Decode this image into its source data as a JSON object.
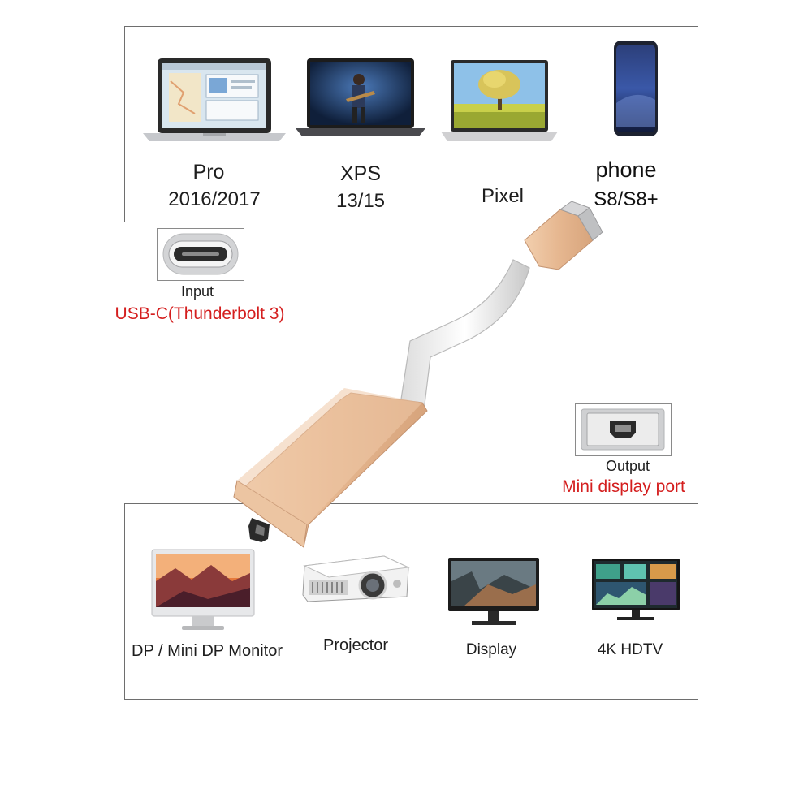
{
  "input_devices": [
    {
      "line1": "Pro",
      "line2": "2016/2017"
    },
    {
      "line1": "XPS",
      "line2": "13/15"
    },
    {
      "line1": "Pixel",
      "line2": ""
    },
    {
      "line1": "phone",
      "line2": "S8/S8+"
    }
  ],
  "input_port": {
    "caption": "Input",
    "name": "USB-C(Thunderbolt 3)"
  },
  "output_port": {
    "caption": "Output",
    "name": "Mini display port"
  },
  "output_devices": [
    {
      "label": "DP / Mini DP Monitor"
    },
    {
      "label": "Projector"
    },
    {
      "label": "Display"
    },
    {
      "label": "4K HDTV"
    }
  ],
  "colors": {
    "accent_red": "#d41e1e",
    "adapter_gold": "#e8bf9c",
    "frame_border": "#6e6e6e"
  }
}
